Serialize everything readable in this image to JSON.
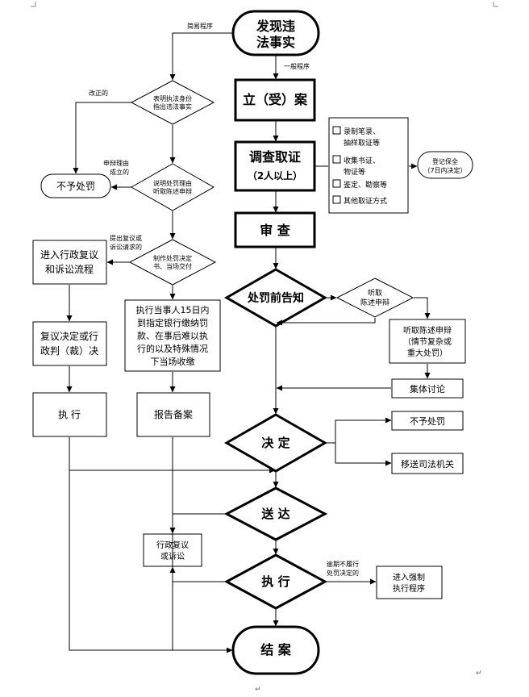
{
  "nodes": {
    "discover_l1": "发现违",
    "discover_l2": "法事实",
    "file_case": "立（受）案",
    "investigate_l1": "调查取证",
    "investigate_l2": "（2人以上）",
    "review": "审  查",
    "pre_notice": "处罚前告知",
    "decision": "决  定",
    "deliver": "送  达",
    "execute": "执  行",
    "close": "结  案",
    "show_id_l1": "表明执法身份",
    "show_id_l2": "指出违法事实",
    "explain_l1": "说明处罚理由",
    "explain_l2": "听取陈述申辩",
    "make_l1": "制作处罚决定",
    "make_l2": "书、当场交付",
    "no_penalty_left": "不予处罚",
    "enter_recon_l1": "进入行政复议",
    "enter_recon_l2": "和诉讼流程",
    "recon_result_l1": "复议决定或行",
    "recon_result_l2": "政判（裁）决",
    "exec_left": "执      行",
    "onsite_l1": "执行当事人15日内",
    "onsite_l2": "到指定银行缴纳罚",
    "onsite_l3": "款、在事后难以执",
    "onsite_l4": "行的以及特殊情况",
    "onsite_l5": "下当场收缴",
    "report": "报告备案",
    "evidence_1a": "录制笔录、",
    "evidence_1b": "抽样取证等",
    "evidence_2a": "收集书证、",
    "evidence_2b": "物证等",
    "evidence_3": "鉴定、勘察等",
    "evidence_4": "其他取证方式",
    "preserve_l1": "登记保全",
    "preserve_l2": "（7日内决定）",
    "hear_statement_l1": "听取",
    "hear_statement_l2": "陈述申辩",
    "hearing_l1": "听取陈述申辩",
    "hearing_l2": "（情节复杂或",
    "hearing_l3": "重大处罚）",
    "collective": "集体讨论",
    "no_penalty_right": "不予处罚",
    "transfer": "移送司法机关",
    "recon_lit_l1": "行政复议",
    "recon_lit_l2": "或诉讼",
    "enforce_l1": "进入强制",
    "enforce_l2": "执行程序"
  },
  "edge_labels": {
    "simple": "简易程序",
    "general": "一般程序",
    "corrected": "改正的",
    "justified_l1": "申辩理由",
    "justified_l2": "成立的",
    "appeal_l1": "提出复议或",
    "appeal_l2": "诉讼请求的",
    "overdue_l1": "逾期不履行",
    "overdue_l2": "处罚决定的"
  }
}
